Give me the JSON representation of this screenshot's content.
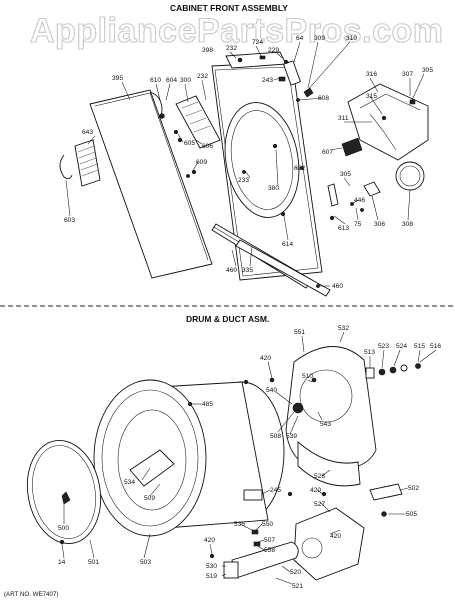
{
  "watermark": "AppliancePartsPros.com",
  "sections": {
    "cabinet_front": "CABINET FRONT ASSEMBLY",
    "drum_duct": "DRUM & DUCT ASM."
  },
  "art_number": "(ART NO. WE7407)",
  "parts": {
    "top": [
      "395",
      "232",
      "724",
      "229",
      "64",
      "309",
      "310",
      "398",
      "610",
      "604",
      "300",
      "232",
      "243",
      "316",
      "307",
      "305",
      "608",
      "315",
      "311",
      "643",
      "605",
      "606",
      "607",
      "609",
      "622",
      "233",
      "380",
      "305",
      "446",
      "603",
      "613",
      "75",
      "306",
      "308",
      "614",
      "460",
      "335",
      "460"
    ],
    "bottom": [
      "551",
      "532",
      "420",
      "513",
      "523",
      "524",
      "515",
      "516",
      "510",
      "540",
      "485",
      "543",
      "508",
      "539",
      "534",
      "509",
      "528",
      "502",
      "245",
      "420",
      "527",
      "505",
      "535",
      "550",
      "507",
      "500",
      "558",
      "420",
      "420",
      "14",
      "501",
      "503",
      "530",
      "519",
      "520",
      "521"
    ]
  }
}
